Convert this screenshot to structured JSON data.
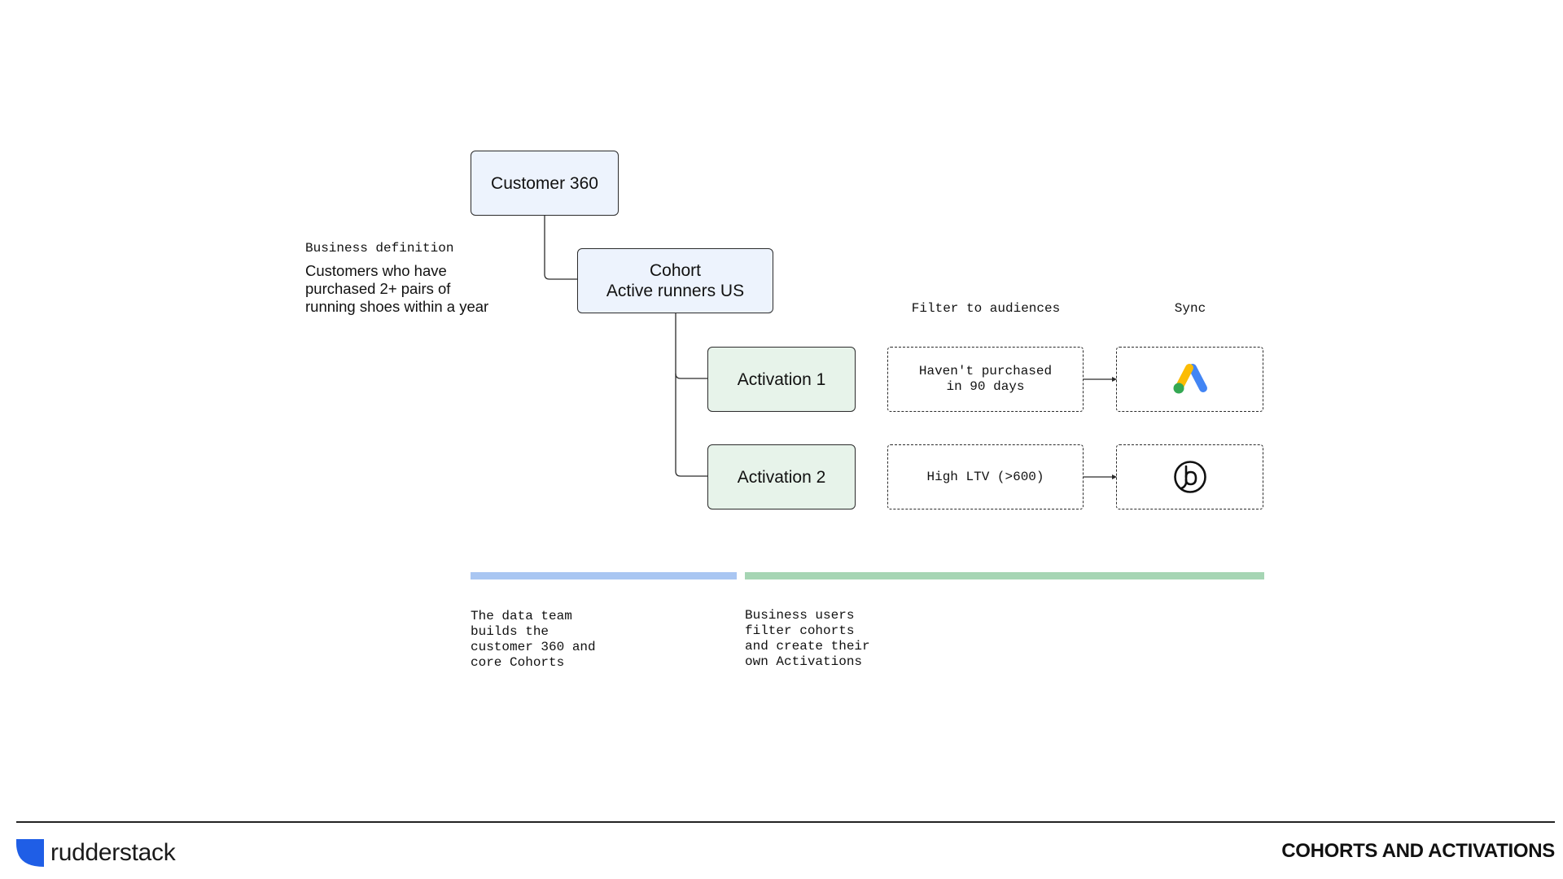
{
  "diagram": {
    "customer360": {
      "label": "Customer 360"
    },
    "cohort": {
      "line1": "Cohort",
      "line2": "Active runners US"
    },
    "activation1": {
      "label": "Activation 1"
    },
    "activation2": {
      "label": "Activation 2"
    },
    "business_definition": {
      "label": "Business definition",
      "line1": "Customers who have",
      "line2": "purchased 2+ pairs of",
      "line3": "running shoes within a year"
    },
    "headers": {
      "filter": "Filter to audiences",
      "sync": "Sync"
    },
    "filters": {
      "filter1_line1": "Haven't purchased",
      "filter1_line2": "in 90 days",
      "filter2": "High LTV (>600)"
    },
    "destinations": {
      "dest1_icon": "google-ads-icon",
      "dest2_icon": "braze-icon"
    },
    "colors": {
      "data_team_bar": "#a9c6f2",
      "business_bar": "#a6d5b4",
      "blue_node": "#edf3fd",
      "green_node": "#e7f3ea",
      "brand_blue": "#1f5ee6"
    },
    "captions": {
      "data_team": "The data team\nbuilds the\ncustomer 360 and\ncore Cohorts",
      "business": "Business users\nfilter cohorts\nand create their\nown Activations"
    }
  },
  "footer": {
    "brand": "rudderstack",
    "title": "COHORTS AND ACTIVATIONS"
  }
}
